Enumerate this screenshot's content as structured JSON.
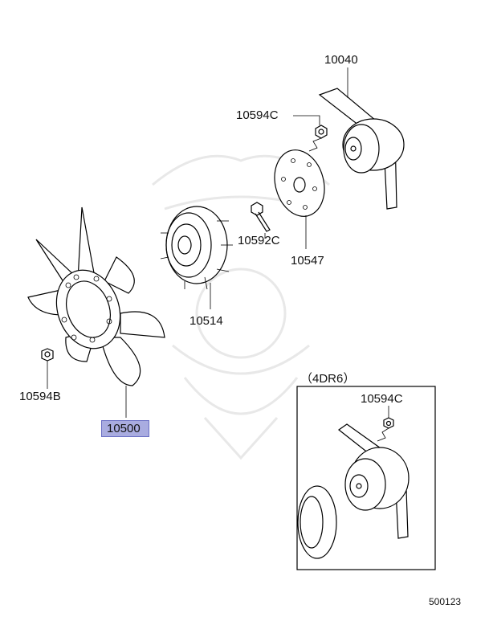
{
  "parts": {
    "fan_clutch_assy": "10514",
    "fan": "10500",
    "fan_nut": "10594B",
    "pulley": "10040",
    "pulley_nut": "10594C",
    "bolt": "10592C",
    "spacer": "10547"
  },
  "inset": {
    "title": "（4DR6）",
    "nut": "10594C"
  },
  "footer": {
    "diagram_code": "500123"
  },
  "colors": {
    "highlight": "#a9ace0",
    "line": "#000000",
    "watermark": "#e8e8e8"
  }
}
